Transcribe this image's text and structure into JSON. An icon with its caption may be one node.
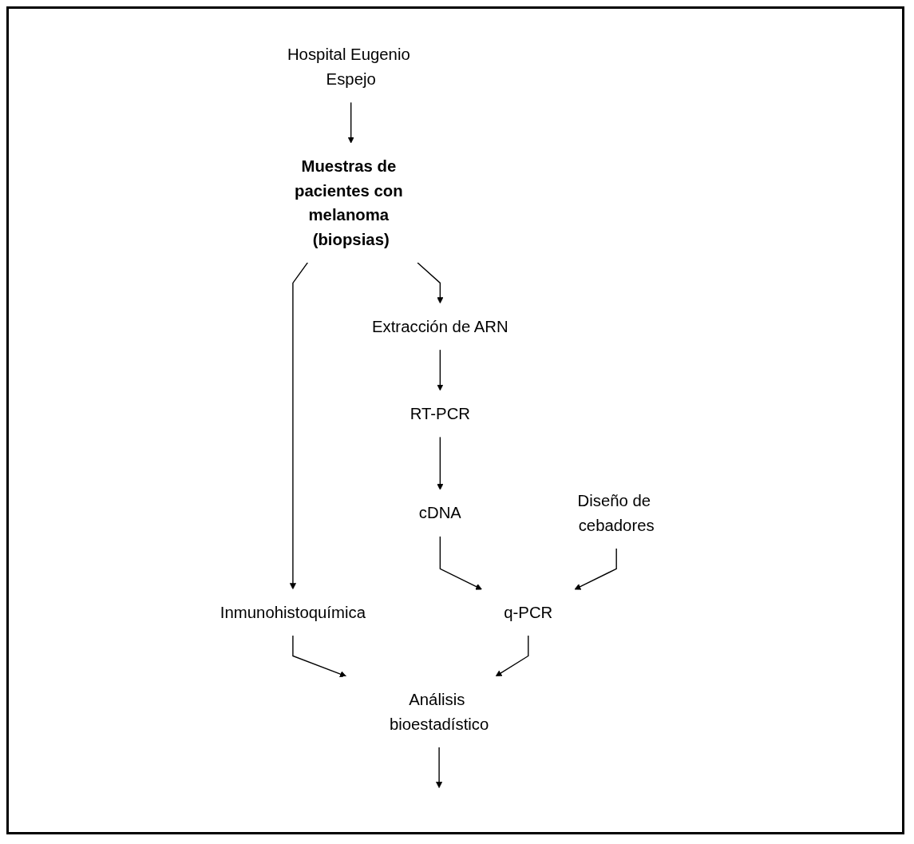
{
  "diagram": {
    "nodes": [
      {
        "text": [
          "Hospital Eugenio Espejo"
        ]
      },
      {
        "text": [
          "Muestras de pacientes con melanoma (biopsias)"
        ]
      },
      {
        "text": [
          "Inmunohistoquímica"
        ]
      },
      {
        "text": [
          "Extracción de ARN"
        ]
      },
      {
        "text": [
          "RT-PCR"
        ]
      },
      {
        "text": [
          "cDNA"
        ]
      },
      {
        "text": [
          "Diseño de cebadores"
        ]
      },
      {
        "text": [
          "q-PCR"
        ]
      },
      {
        "text": [
          "Análisis bioestadístico"
        ]
      }
    ],
    "edges": [
      {
        "from": 0,
        "to": 1,
        "arrow": "to"
      },
      {
        "from": 1,
        "to": 2,
        "arrow": "to"
      },
      {
        "from": 1,
        "to": 3,
        "arrow": "to"
      },
      {
        "from": 3,
        "to": 4,
        "arrow": "to"
      },
      {
        "from": 4,
        "to": 5,
        "arrow": "to"
      },
      {
        "from": 5,
        "to": 7,
        "arrow": "to"
      },
      {
        "from": 6,
        "to": 7,
        "arrow": "to"
      },
      {
        "from": 2,
        "to": 8,
        "arrow": "to"
      },
      {
        "from": 7,
        "to": 8,
        "arrow": "to"
      },
      {
        "from": 8,
        "to": null,
        "arrow": "to"
      }
    ]
  }
}
